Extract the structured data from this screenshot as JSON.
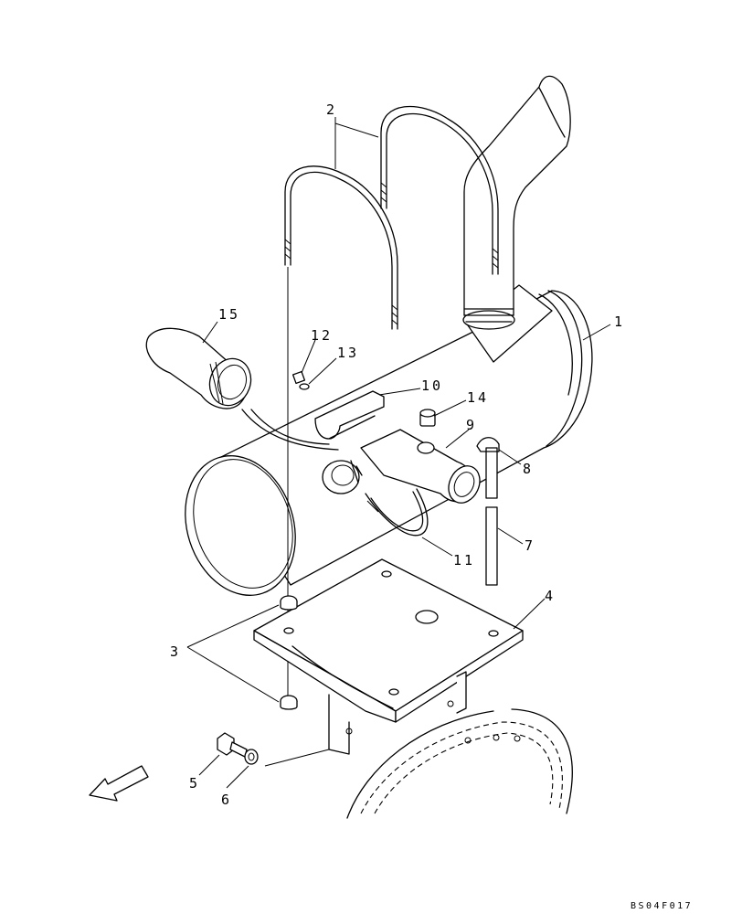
{
  "diagram": {
    "drawing_code": "BS04F017",
    "callouts": [
      "1",
      "2",
      "3",
      "4",
      "5",
      "6",
      "7",
      "8",
      "9",
      "10",
      "11",
      "12",
      "13",
      "14",
      "15"
    ],
    "ink_color": "#000000",
    "background": "#ffffff",
    "icons": [
      "direction-arrow-icon"
    ]
  }
}
